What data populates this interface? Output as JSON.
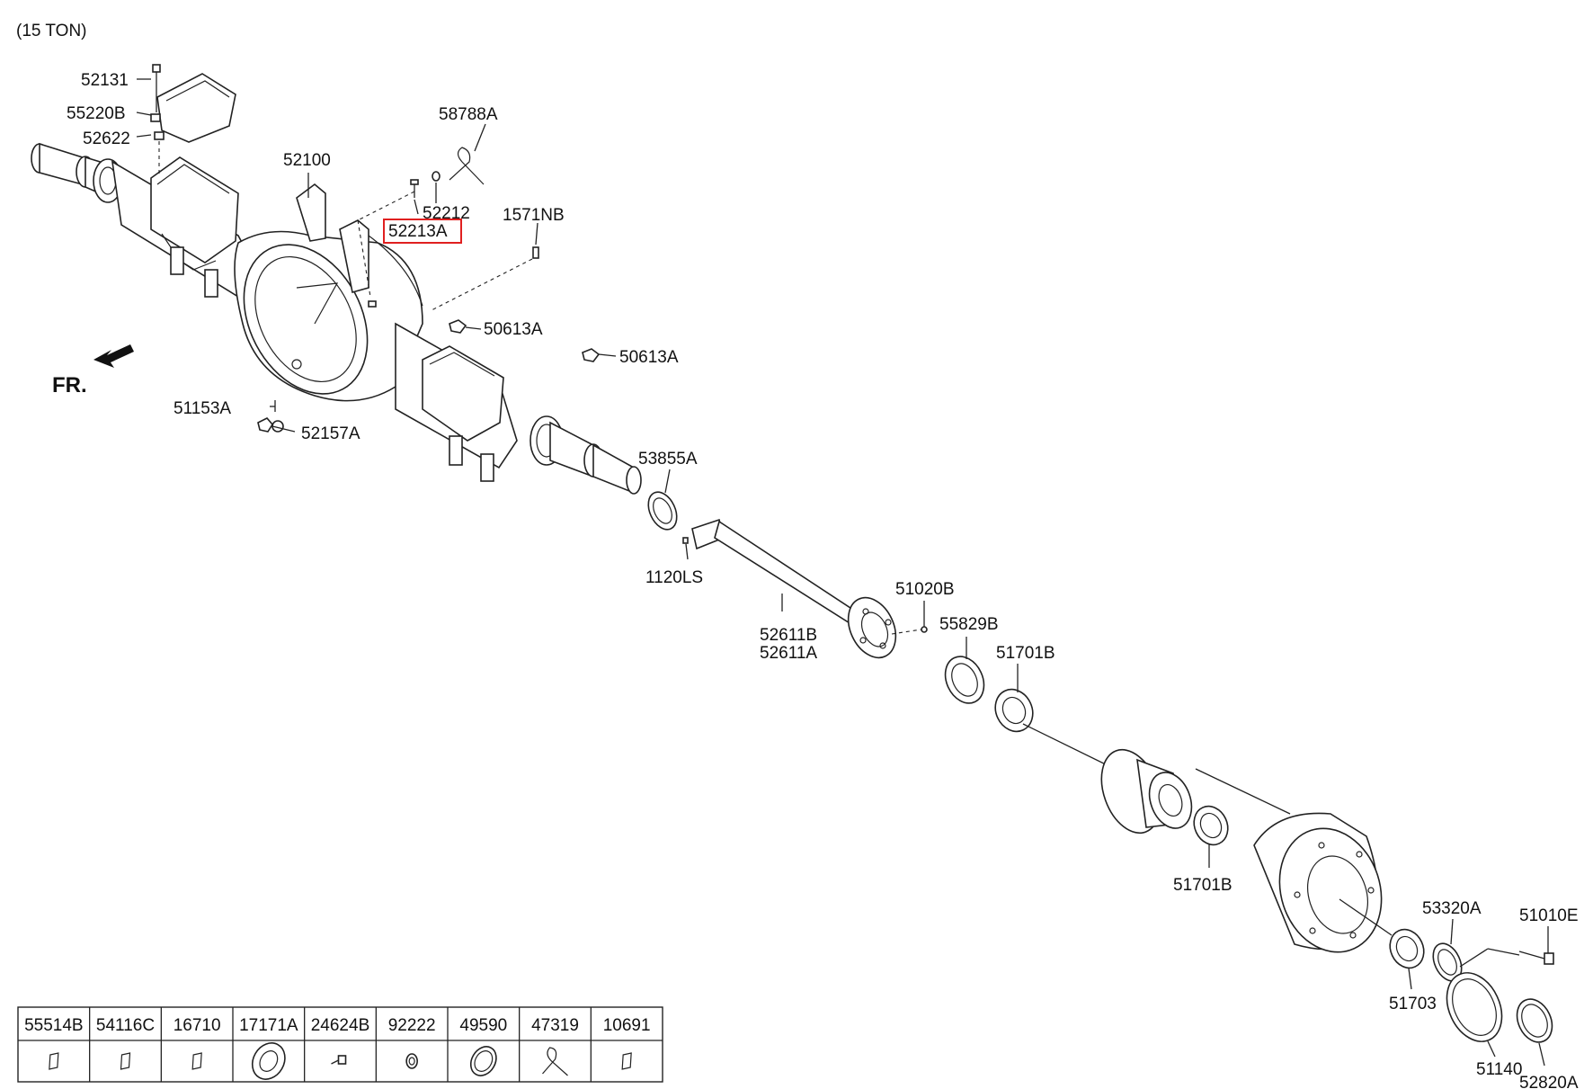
{
  "header": {
    "variant": "(15 TON)"
  },
  "direction": {
    "label": "FR."
  },
  "parts": {
    "p52131": "52131",
    "p55220B": "55220B",
    "p52622": "52622",
    "p52100": "52100",
    "p58788A": "58788A",
    "p52212": "52212",
    "p52213A": "52213A",
    "p1571NB": "1571NB",
    "p50613A_1": "50613A",
    "p50613A_2": "50613A",
    "p51153A": "51153A",
    "p52157A": "52157A",
    "p53855A": "53855A",
    "p1120LS": "1120LS",
    "p51020B": "51020B",
    "p52611B": "52611B",
    "p52611A": "52611A",
    "p55829B": "55829B",
    "p51701B_1": "51701B",
    "p51701B_2": "51701B",
    "p53320A": "53320A",
    "p51010E": "51010E",
    "p51703": "51703",
    "p51140": "51140",
    "p52820A": "52820A"
  },
  "highlight": {
    "part": "52213A",
    "color": "#e02020"
  },
  "legend_table": {
    "columns": [
      "55514B",
      "54116C",
      "16710",
      "17171A",
      "24624B",
      "92222",
      "49590",
      "47319",
      "10691"
    ],
    "icons": [
      "plate-icon",
      "plate-icon",
      "plate-icon",
      "seal-ring-icon",
      "bolt-icon",
      "washer-icon",
      "o-ring-icon",
      "clip-icon",
      "plate-icon"
    ]
  }
}
